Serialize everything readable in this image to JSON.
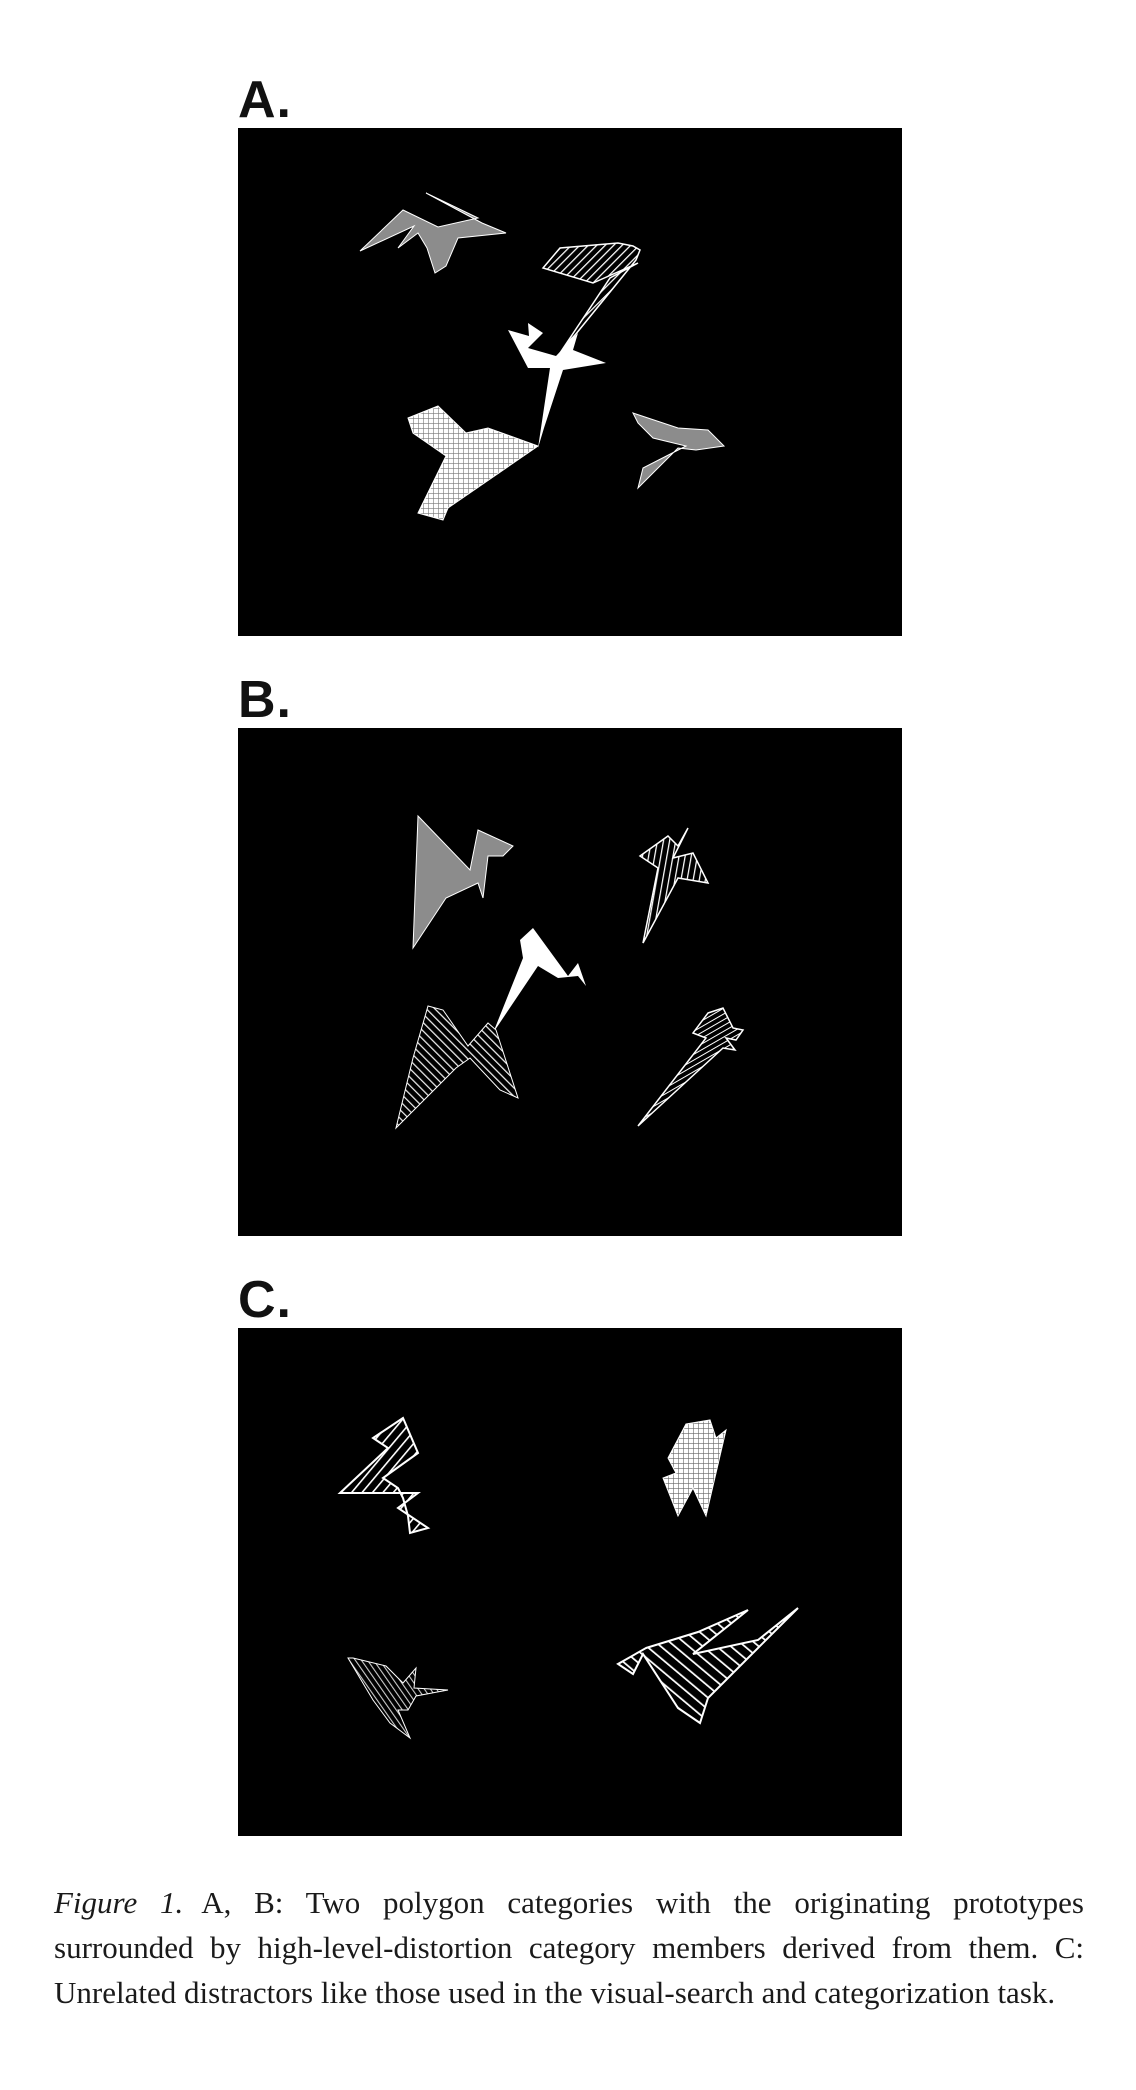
{
  "panels": [
    {
      "label": "A."
    },
    {
      "label": "B."
    },
    {
      "label": "C."
    }
  ],
  "caption": {
    "figure_label": "Figure 1.",
    "text": "A, B: Two polygon categories with the originating prototypes surrounded by high-level-distortion category members derived from them. C: Unrelated distractors like those used in the visual-search and categorization task."
  },
  "colors": {
    "panel_background": "#000000",
    "shape_white": "#ffffff",
    "shape_gray": "#8c8c8c"
  }
}
